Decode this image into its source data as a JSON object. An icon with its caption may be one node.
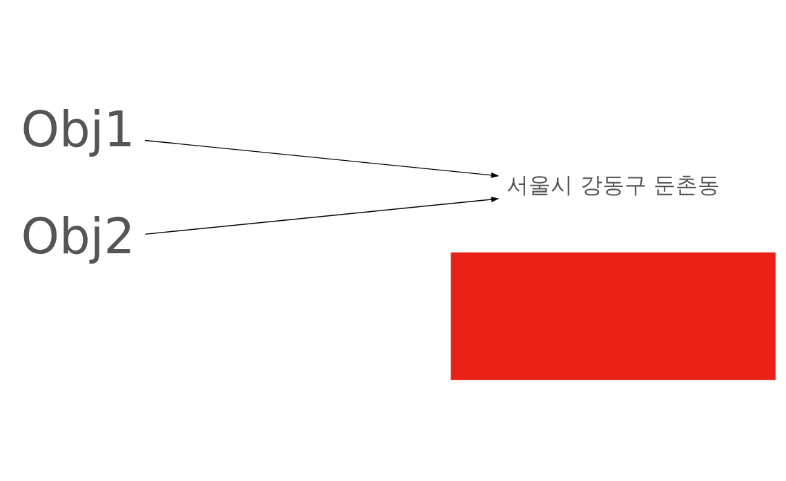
{
  "diagram": {
    "nodes": [
      {
        "text": [
          "Obj1"
        ]
      },
      {
        "text": [
          "Obj2"
        ]
      },
      {
        "text": [
          "서울시 강동구 둔촌동"
        ]
      },
      {
        "text": [],
        "shape": "box"
      }
    ],
    "edges": [
      {
        "from": 0,
        "to": 2,
        "arrow": "to"
      },
      {
        "from": 1,
        "to": 2,
        "arrow": "to"
      }
    ]
  }
}
